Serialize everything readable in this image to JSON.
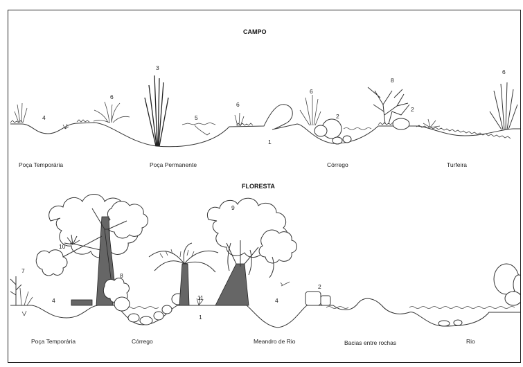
{
  "titles": {
    "top": "CAMPO",
    "bottom": "FLORESTA"
  },
  "campo_labels": [
    "Poça Temporária",
    "Poça Permanente",
    "Córrego",
    "Turfeira"
  ],
  "floresta_labels": [
    "Poça Temporária",
    "Córrego",
    "Meandro de Rio",
    "Bacias entre rochas",
    "Rio"
  ],
  "campo_numbers": {
    "n4": "4",
    "n6a": "6",
    "n3": "3",
    "n5": "5",
    "n6b": "6",
    "n1": "1",
    "n6c": "6",
    "n2a": "2",
    "n8": "8",
    "n2b": "2",
    "n6d": "6"
  },
  "floresta_numbers": {
    "n10": "10",
    "n7": "7",
    "n4a": "4",
    "n8": "8",
    "n9": "9",
    "n11": "11",
    "n1": "1",
    "n4b": "4",
    "n2": "2"
  }
}
